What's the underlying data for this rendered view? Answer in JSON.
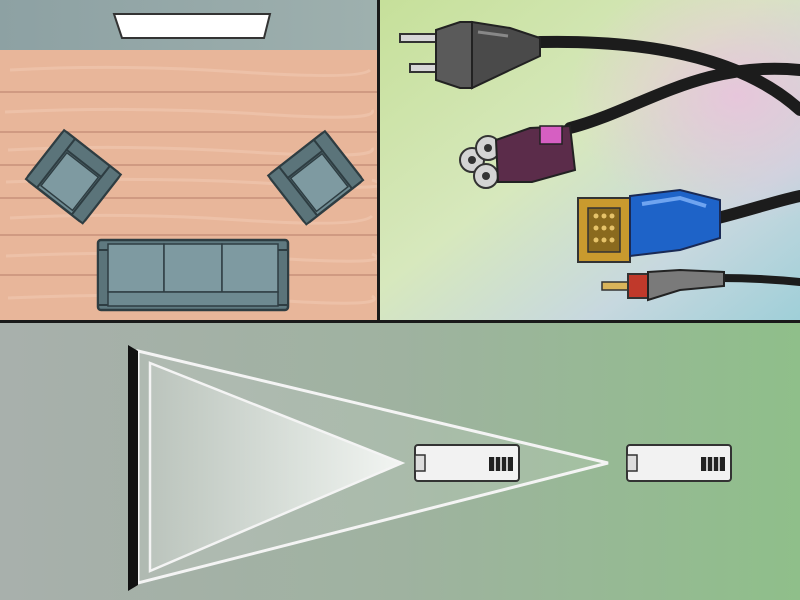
{
  "panels": [
    {
      "id": "room-layout",
      "subject": "living-room-floor-plan"
    },
    {
      "id": "cables",
      "subject": "power-and-video-cables"
    },
    {
      "id": "throw-distance",
      "subject": "projector-throw-distance"
    }
  ],
  "icons": [
    "projector-screen-icon",
    "armchair-icon",
    "sofa-icon",
    "power-plug-icon",
    "power-connector-icon",
    "vga-connector-icon",
    "rca-connector-icon",
    "projector-icon"
  ],
  "colors": {
    "wall": "#8fa3a4",
    "floor": "#e8b69a",
    "furniture": "#6e8a91",
    "plug": "#4a4a4a",
    "power_connector": "#5b2c4a",
    "power_accent": "#d65fc2",
    "vga_blue": "#1e63c8",
    "vga_gold": "#c99a2e",
    "rca_red": "#c0392b",
    "projector_body": "#f2f2f2"
  }
}
